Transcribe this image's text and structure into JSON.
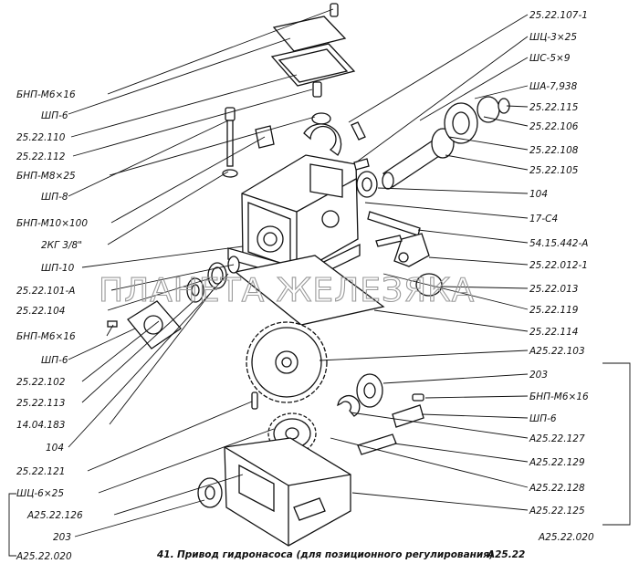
{
  "watermark": "ПЛАНЕТА ЖЕЛЕЗЯКА",
  "caption": {
    "number": "41.",
    "text": "Привод гидронасоса (для позиционного регулирования)",
    "code": "А25.22"
  },
  "labels_left": [
    "БНП-М6×16",
    "ШП-6",
    "25.22.110",
    "25.22.112",
    "БНП-М8×25",
    "ШП-8",
    "БНП-М10×100",
    "2КГ 3/8\"",
    "ШП-10",
    "25.22.101-А",
    "25.22.104",
    "БНП-М6×16",
    "ШП-6",
    "25.22.102",
    "25.22.113",
    "14.04.183",
    "104",
    "25.22.121",
    "ШЦ-6×25",
    "А25.22.126",
    "203",
    "А25.22.020"
  ],
  "labels_right": [
    "25.22.107-1",
    "ШЦ-3×25",
    "ШС-5×9",
    "ША-7,938",
    "25.22.115",
    "25.22.106",
    "25.22.108",
    "25.22.105",
    "104",
    "17-С4",
    "54.15.442-А",
    "25.22.012-1",
    "25.22.013",
    "25.22.119",
    "25.22.114",
    "А25.22.103",
    "203",
    "БНП-М6×16",
    "ШП-6",
    "А25.22.127",
    "А25.22.129",
    "А25.22.128",
    "А25.22.125",
    "А25.22.020"
  ]
}
